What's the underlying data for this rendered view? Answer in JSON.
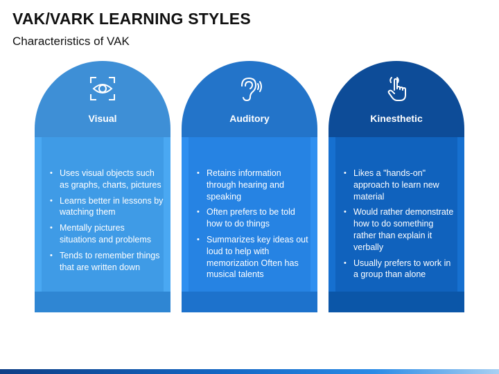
{
  "title": "VAK/VARK LEARNING STYLES",
  "subtitle": "Characteristics of VAK",
  "cards": [
    {
      "label": "Visual",
      "icon": "eye-icon",
      "colors": {
        "dome": "#3e8fd6",
        "body": "#4aa8f2",
        "inner": "#3f9be6",
        "foot": "#2f86d3"
      },
      "bullets": [
        "Uses visual objects such as graphs, charts, pictures",
        "Learns better in lessons by watching them",
        "Mentally pictures situations and problems",
        "Tends to remember things that are written down"
      ]
    },
    {
      "label": "Auditory",
      "icon": "ear-icon",
      "colors": {
        "dome": "#2374c9",
        "body": "#2f8ff0",
        "inner": "#2683e3",
        "foot": "#1d72cc"
      },
      "bullets": [
        "Retains information through hearing and speaking",
        "Often prefers to be told how to do things",
        "Summarizes key ideas out loud to help with memorization Often has musical talents"
      ]
    },
    {
      "label": "Kinesthetic",
      "icon": "hand-pointer-icon",
      "colors": {
        "dome": "#0d4c98",
        "body": "#1670d0",
        "inner": "#1062bd",
        "foot": "#0b56a8"
      },
      "bullets": [
        "Likes a \"hands-on\" approach to learn new material",
        "Would rather demonstrate how to do something rather than explain it verbally",
        "Usually prefers to work in a group than alone"
      ]
    }
  ]
}
